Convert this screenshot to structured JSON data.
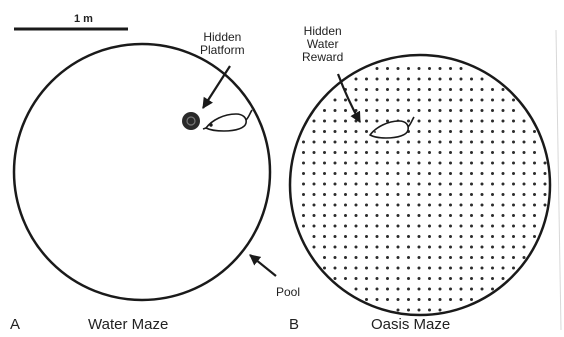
{
  "scale_bar": {
    "label": "1 m"
  },
  "panel_a": {
    "letter": "A",
    "caption": "Water Maze",
    "platform_label": [
      "Hidden",
      "Platform"
    ],
    "pool_label": "Pool"
  },
  "panel_b": {
    "letter": "B",
    "caption": "Oasis Maze",
    "reward_label": [
      "Hidden",
      "Water",
      "Reward"
    ]
  },
  "colors": {
    "ink": "#1a1a1a",
    "dot": "#2b2b2b",
    "background": "#ffffff"
  },
  "icons": [
    "rat-icon",
    "platform-icon",
    "arrow-icon"
  ]
}
